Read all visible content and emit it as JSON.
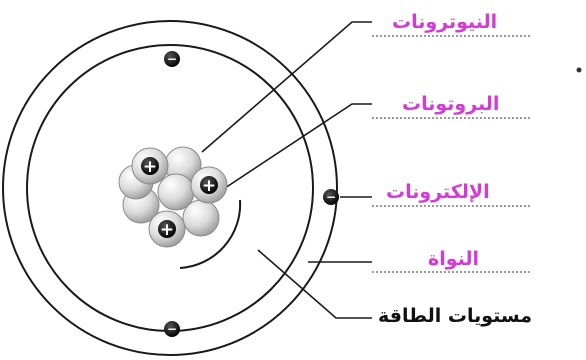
{
  "labels": {
    "neutrons": "النيوترونات",
    "protons": "البروتونات",
    "electrons": "الإلكترونات",
    "nucleus": "النواة",
    "energy_levels": "مستويات الطاقة"
  },
  "signs": {
    "proton": "+",
    "electron": "−"
  },
  "colors": {
    "label_accent": "#d63ad6",
    "label_dark": "#111111",
    "line": "#1a1a1a",
    "nucleon_fill": "#d9d9d9",
    "particle_dark": "#1f1f1f"
  }
}
